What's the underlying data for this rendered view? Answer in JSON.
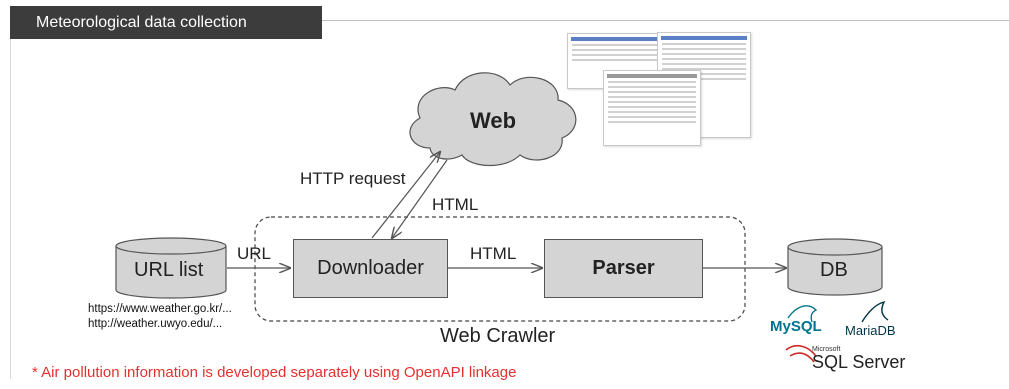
{
  "header": {
    "title": "Meteorological data collection"
  },
  "diagram": {
    "web": "Web",
    "http_request": "HTTP request",
    "html_response": "HTML",
    "url_list": "URL list",
    "url_arrow": "URL",
    "downloader": "Downloader",
    "html_arrow": "HTML",
    "parser": "Parser",
    "db": "DB",
    "web_crawler": "Web Crawler",
    "urls": [
      "https://www.weather.go.kr/...",
      "http://weather.uwyo.edu/..."
    ]
  },
  "logos": {
    "mysql": "MySQL",
    "mariadb": "MariaDB",
    "sqlserver_small": "Microsoft",
    "sqlserver": "SQL Server"
  },
  "note": "* Air pollution information is developed separately using OpenAPI linkage",
  "colors": {
    "header_bg": "#3c3c3c",
    "box_fill": "#d4d4d4",
    "note": "#e53030",
    "mysql_blue": "#00758f",
    "mysql_orange": "#f29111"
  }
}
